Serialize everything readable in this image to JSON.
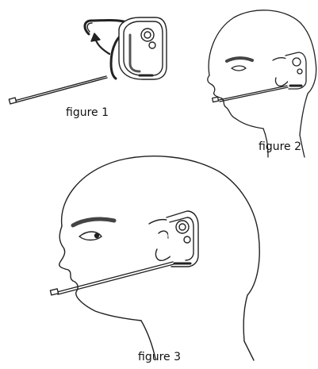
{
  "figures": [
    {
      "caption": "figure 1"
    },
    {
      "caption": "figure 2"
    },
    {
      "caption": "figure 3"
    }
  ]
}
